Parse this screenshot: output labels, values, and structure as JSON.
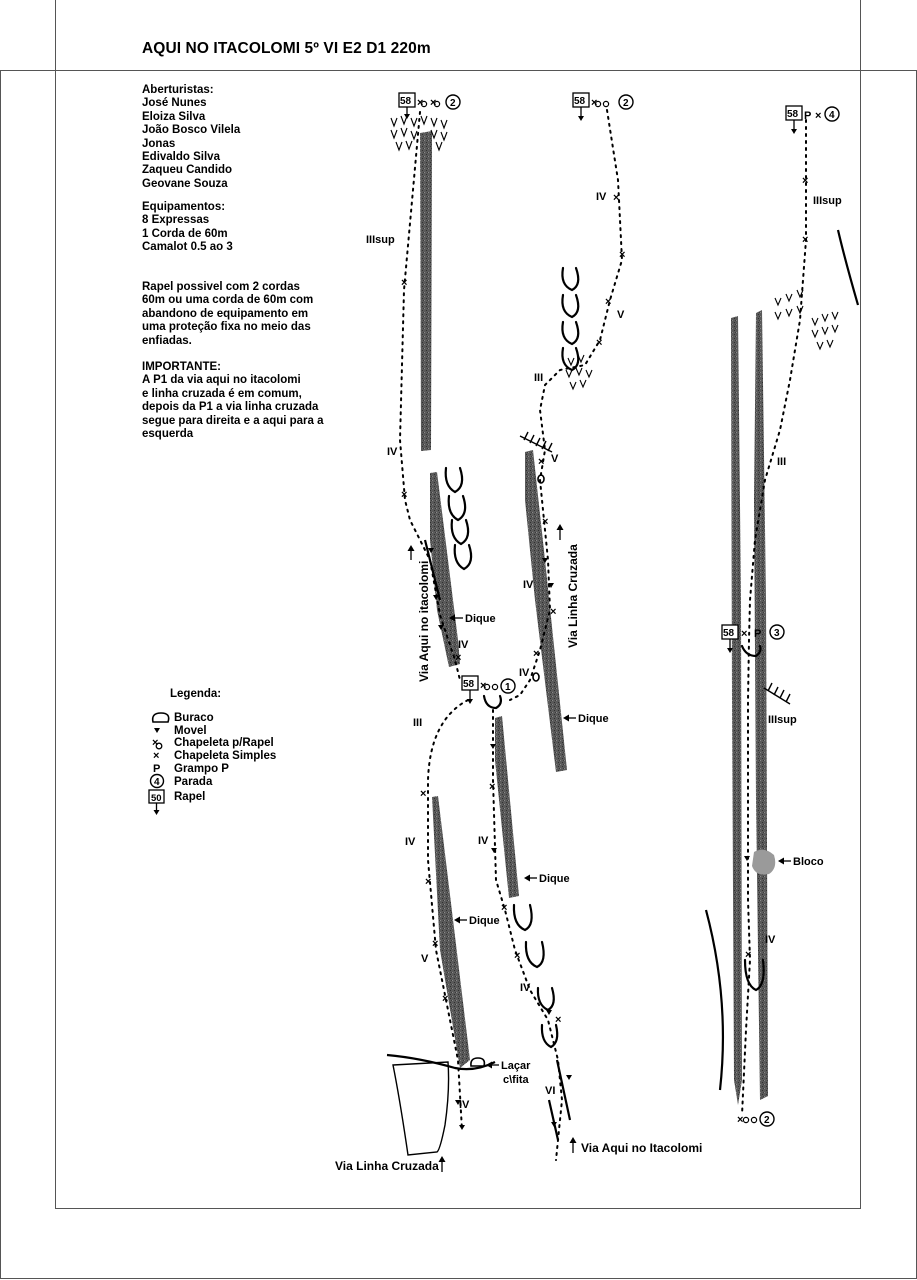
{
  "title": "AQUI NO ITACOLOMI 5º VI E2 D1 220m",
  "authors": {
    "heading": "Aberturistas:",
    "names": [
      "José Nunes",
      "Eloiza Silva",
      "João Bosco Vilela",
      "Jonas",
      "Edivaldo Silva",
      "Zaqueu Candido",
      "Geovane Souza"
    ]
  },
  "equipment": {
    "heading": "Equipamentos:",
    "items": [
      "8 Expressas",
      "1 Corda de 60m",
      "Camalot  0.5 ao 3"
    ]
  },
  "rappel_note": [
    "Rapel possivel com 2 cordas",
    "60m ou uma corda de 60m com",
    "abandono de equipamento em",
    "uma proteção fixa no meio das",
    "enfiadas."
  ],
  "important": {
    "heading": "IMPORTANTE:",
    "lines": [
      "A P1 da via aqui no itacolomi",
      "e linha cruzada é em comum,",
      "depois da P1 a via linha cruzada",
      "segue para direita e a aqui para a",
      "esquerda"
    ]
  },
  "legend": {
    "title": "Legenda:",
    "items": [
      {
        "icon": "hole-icon",
        "label": "Buraco"
      },
      {
        "icon": "movable-protection-icon",
        "label": "Movel"
      },
      {
        "icon": "rappel-bolt-icon",
        "label": "Chapeleta p/Rapel"
      },
      {
        "icon": "bolt-icon",
        "label": "Chapeleta Simples"
      },
      {
        "icon": "piton-icon",
        "label": "Grampo P"
      },
      {
        "icon": "belay-icon",
        "label": "Parada"
      },
      {
        "icon": "rappel-icon",
        "label": "Rapel"
      }
    ],
    "belay_example": "4",
    "rappel_example": "50"
  },
  "topo": {
    "grades": {
      "c1_iiisup": "IIIsup",
      "c1_iv_top": "IV",
      "c1_iv_mid": "IV",
      "c1_iii": "III",
      "c1_iv_low": "IV",
      "c1_v": "V",
      "c1_iv_base": "IV",
      "c2_iv_a": "IV",
      "c2_iv_b": "IV",
      "c2_vi": "VI",
      "c3_iv_top": "IV",
      "c3_v_top": "V",
      "c3_iii": "III",
      "c3_v": "V",
      "c3_iv": "IV",
      "c3_iv_b": "IV",
      "c4_iiisup_top": "IIIsup",
      "c4_iii": "III",
      "c4_iiisup": "IIIsup",
      "c4_iv": "IV"
    },
    "labels": {
      "dike_1": "Dique",
      "dike_2": "Dique",
      "dike_3": "Dique",
      "dike_4": "Dique",
      "boulder": "Bloco",
      "sling_1": "Laçar",
      "sling_2": "c\\fita",
      "route_aqui_vertical": "Via Aqui no itacolomi",
      "route_linha_vertical": "Via Linha Cruzada",
      "route_linha_bottom": "Via Linha Cruzada",
      "route_aqui_bottom": "Via Aqui no Itacolomi"
    },
    "stations": {
      "s1_rappel": "58",
      "s1_belay": "2",
      "s2_rappel": "58",
      "s2_belay": "2",
      "s3_rappel": "58",
      "s3_piton": "P",
      "s3_belay": "4",
      "s4_rappel": "58",
      "s4_belay": "1",
      "s5_rappel": "58",
      "s5_piton": "P",
      "s5_belay": "3",
      "s6_belay": "2"
    }
  }
}
